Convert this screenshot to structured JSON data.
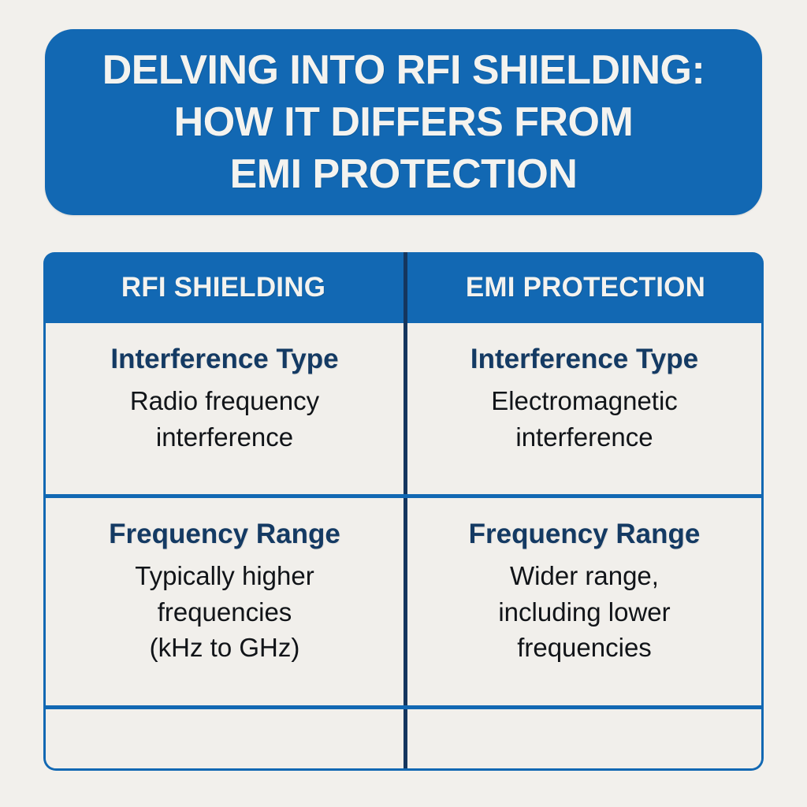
{
  "theme": {
    "page_background": "#f2f0ec",
    "brand_blue": "#1268b3",
    "header_text": "#f4f3ef",
    "label_navy": "#143a63",
    "divider_navy": "#15365e",
    "body_text": "#111418",
    "cell_background": "#f1efeb"
  },
  "title": {
    "line1": "DELVING INTO RFI SHIELDING:",
    "line2": "HOW IT DIFFERS FROM",
    "line3": "EMI PROTECTION"
  },
  "table": {
    "headers": [
      "RFI SHIELDING",
      "EMI PROTECTION"
    ],
    "rows": [
      {
        "left": {
          "label": "Interference Type",
          "value_lines": [
            "Radio frequency",
            "interference"
          ]
        },
        "right": {
          "label": "Interference Type",
          "value_lines": [
            "Electromagnetic",
            "interference"
          ]
        }
      },
      {
        "left": {
          "label": "Frequency Range",
          "value_lines": [
            "Typically higher",
            "frequencies",
            "(kHz to GHz)"
          ]
        },
        "right": {
          "label": "Frequency Range",
          "value_lines": [
            "Wider range,",
            "including lower",
            "frequencies"
          ]
        }
      },
      {
        "left": {
          "label": "",
          "value_lines": []
        },
        "right": {
          "label": "",
          "value_lines": []
        }
      }
    ]
  }
}
